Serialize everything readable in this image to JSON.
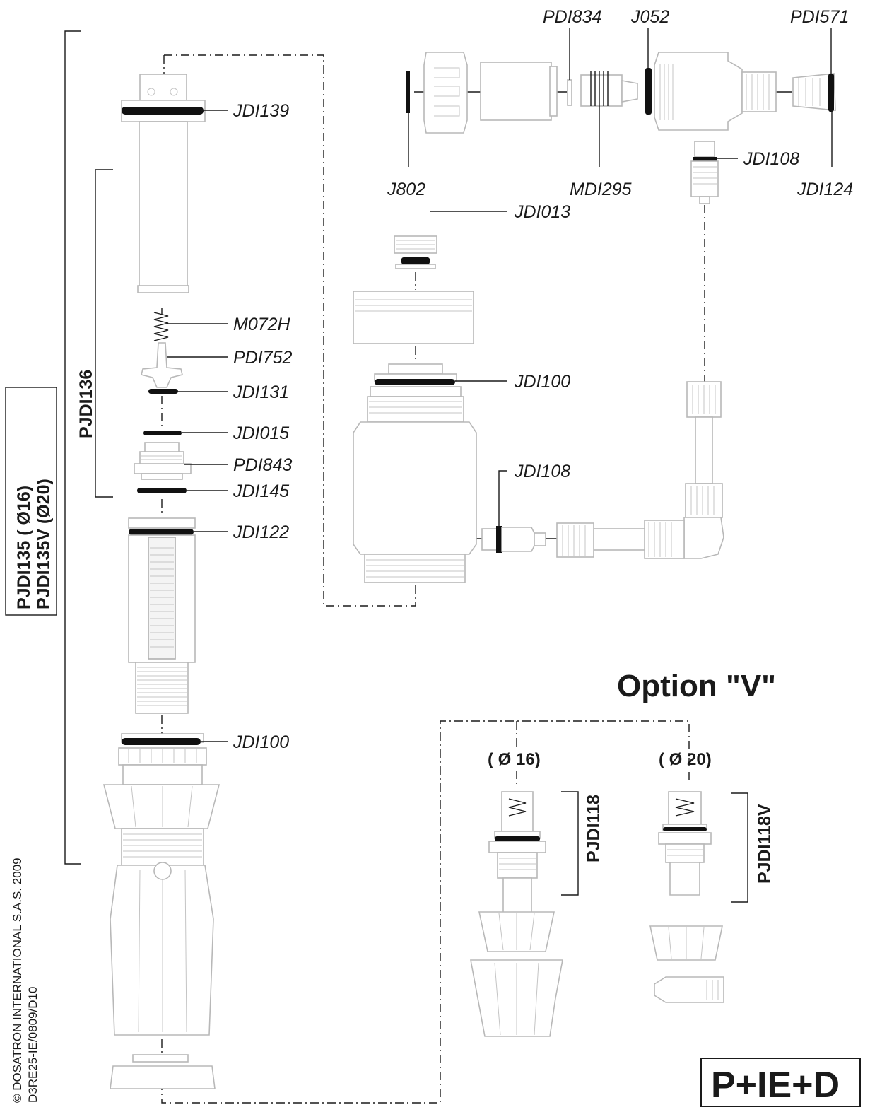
{
  "parts": {
    "jdi139": "JDI139",
    "m072h": "M072H",
    "pdi752": "PDI752",
    "jdi131": "JDI131",
    "jdi015": "JDI015",
    "pdi843": "PDI843",
    "jdi145": "JDI145",
    "jdi122": "JDI122",
    "jdi100_lower": "JDI100",
    "pdi834": "PDI834",
    "j052": "J052",
    "pdi571": "PDI571",
    "j802": "J802",
    "mdi295": "MDI295",
    "jdi108_top": "JDI108",
    "jdi124": "JDI124",
    "jdi013": "JDI013",
    "jdi100_upper": "JDI100",
    "jdi108_mid": "JDI108"
  },
  "assemblies": {
    "pjdi136": "PJDI136",
    "pjdi135_line1": "PJDI135 ( Ø16)",
    "pjdi135_line2": "PJDI135V (Ø20)",
    "pjdi118": "PJDI118",
    "pjdi118v": "PJDI118V"
  },
  "option": {
    "title": "Option \"V\"",
    "d16": "( Ø 16)",
    "d20": "( Ø 20)"
  },
  "badge": "P+IE+D",
  "footer": {
    "copyright": "© DOSATRON INTERNATIONAL S.A.S. 2009",
    "docref": "D3RE25-IE/0809/D10"
  }
}
